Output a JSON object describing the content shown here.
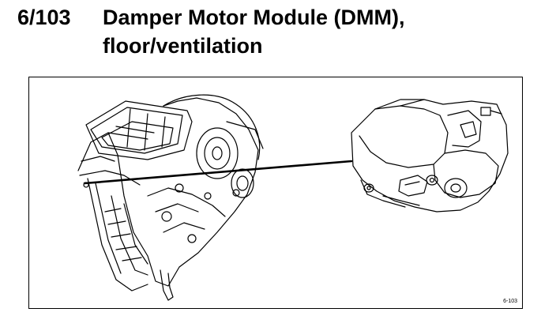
{
  "heading": {
    "number": "6/103",
    "title_line1": "Damper Motor Module (DMM),",
    "title_line2": "floor/ventilation"
  },
  "figure": {
    "id": "6-103"
  }
}
